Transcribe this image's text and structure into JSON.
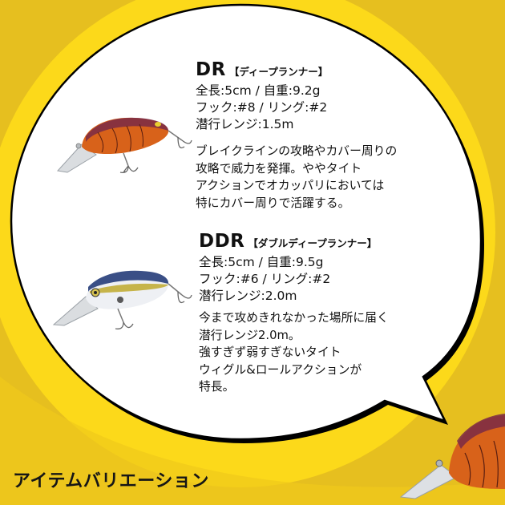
{
  "colors": {
    "background": "#E6BF1F",
    "band": "#FCD91A",
    "bubble": "#FFFFFF",
    "outline": "#000000",
    "text": "#111111"
  },
  "items": [
    {
      "model": "DR",
      "subtitle": "【ディープランナー】",
      "specs": [
        "全長:5cm / 自重:9.2g",
        "フック:#8 / リング:#2",
        "潜行レンジ:1.5m"
      ],
      "description": [
        "ブレイクラインの攻略やカバー周りの",
        "攻略で威力を発揮。ややタイト",
        "アクションでオカッパリにおいては",
        "特にカバー周りで活躍する。"
      ],
      "lure_color": "red-crawfish"
    },
    {
      "model": "DDR",
      "subtitle": "【ダブルディープランナー】",
      "specs": [
        "全長:5cm / 自重:9.5g",
        "フック:#6 / リング:#2",
        "潜行レンジ:2.0m"
      ],
      "description": [
        "今まで攻めきれなかった場所に届く",
        "潜行レンジ2.0m。",
        "強すぎず弱すぎないタイト",
        "ウィグル&ロールアクションが",
        "特長。"
      ],
      "lure_color": "blue-shad"
    }
  ],
  "footer": {
    "title": "アイテムバリエーション"
  }
}
